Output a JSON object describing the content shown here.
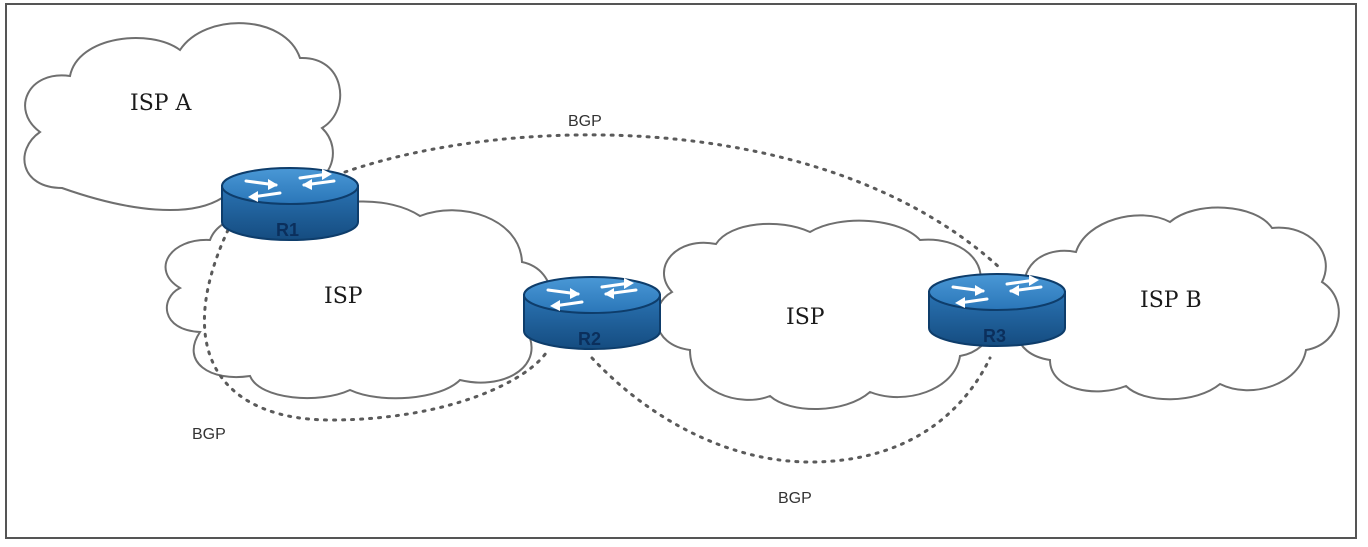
{
  "diagram": {
    "clouds": [
      {
        "id": "isp-a",
        "label": "ISP A"
      },
      {
        "id": "isp-left",
        "label": "ISP"
      },
      {
        "id": "isp-middle",
        "label": "ISP"
      },
      {
        "id": "isp-b",
        "label": "ISP B"
      }
    ],
    "routers": [
      {
        "id": "r1",
        "label": "R1"
      },
      {
        "id": "r2",
        "label": "R2"
      },
      {
        "id": "r3",
        "label": "R3"
      }
    ],
    "sessions": [
      {
        "from": "R1",
        "to": "R3",
        "label": "BGP"
      },
      {
        "from": "R1",
        "to": "R2",
        "label": "BGP"
      },
      {
        "from": "R2",
        "to": "R3",
        "label": "BGP"
      }
    ],
    "colors": {
      "router_top": "#2f7fc0",
      "router_side": "#1d5f9a",
      "router_edge": "#0e3d6b",
      "cloud_stroke": "#6f6f6f",
      "line": "#5a5a5a"
    }
  }
}
